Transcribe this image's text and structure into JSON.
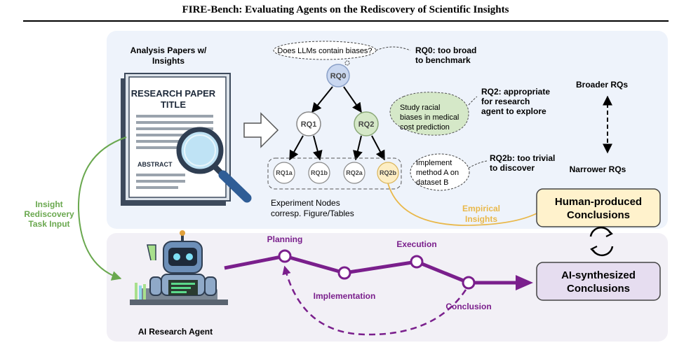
{
  "header": {
    "title": "FIRE-Bench: Evaluating Agents on the Rediscovery of Scientific Insights"
  },
  "papers": {
    "heading_line1": "Analysis Papers w/",
    "heading_line2": "Insights",
    "doc_title_line1": "RESEARCH PAPER",
    "doc_title_line2": "TITLE",
    "doc_abstract": "ABSTRACT"
  },
  "tree": {
    "rq0": "RQ0",
    "rq1": "RQ1",
    "rq2": "RQ2",
    "rq1a": "RQ1a",
    "rq1b": "RQ1b",
    "rq2a": "RQ2a",
    "rq2b": "RQ2b",
    "bubble_rq0": "Does LLMs contain biases?",
    "bubble_rq2_line1": "Study racial",
    "bubble_rq2_line2": "biases in medical",
    "bubble_rq2_line3": "cost prediction",
    "bubble_rq2b_line1": "Implement",
    "bubble_rq2b_line2": "method A on",
    "bubble_rq2b_line3": "dataset B",
    "note_rq0_line1": "RQ0: too broad",
    "note_rq0_line2": "to benchmark",
    "note_rq2_line1": "RQ2: appropriate",
    "note_rq2_line2": "for research",
    "note_rq2_line3": "agent to explore",
    "note_rq2b_line1": "RQ2b: too trivial",
    "note_rq2b_line2": "to discover",
    "experiment_line1": "Experiment Nodes",
    "experiment_line2": "corresp. Figure/Tables"
  },
  "scale": {
    "broader": "Broader RQs",
    "narrower": "Narrower RQs"
  },
  "left_arrow": {
    "line1": "Insight",
    "line2": "Rediscovery",
    "line3": "Task Input"
  },
  "empirical": {
    "line1": "Empirical",
    "line2": "Insights"
  },
  "human": {
    "line1": "Human-produced",
    "line2": "Conclusions"
  },
  "ai_box": {
    "line1": "AI-synthesized",
    "line2": "Conclusions"
  },
  "agent": {
    "label": "AI Research Agent"
  },
  "pipeline": {
    "planning": "Planning",
    "implementation": "Implementation",
    "execution": "Execution",
    "conclusion": "Conclusion"
  },
  "colors": {
    "purple": "#7a1f8c",
    "green": "#6aa84f",
    "yellow": "#e9b84a",
    "top_panel": "#eef3fb",
    "bottom_panel": "#f2f0f6",
    "human_fill": "#fff2cc",
    "ai_fill": "#e6ddf0"
  }
}
